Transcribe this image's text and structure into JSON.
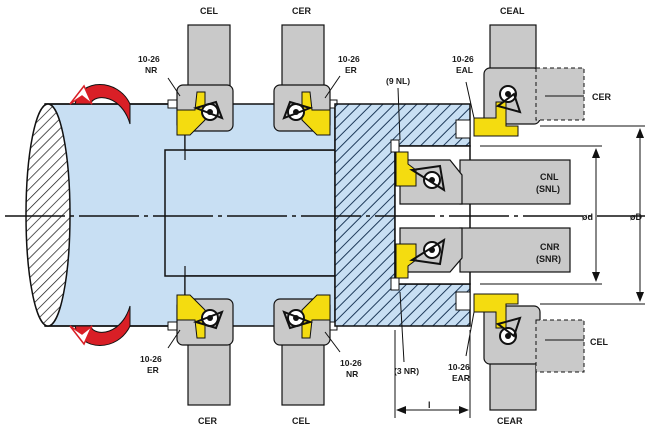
{
  "colors": {
    "shaft": "#c8dff3",
    "shaft_dark": "#9cc4e6",
    "holder": "#c9c9c9",
    "holder_dark": "#8f8f8f",
    "insert": "#f4dc10",
    "arrow": "#d91f26",
    "line": "#111111"
  },
  "labels": {
    "top_cel": "CEL",
    "top_cer": "CER",
    "top_ceal": "CEAL",
    "nr_top": [
      "10-26",
      "NR"
    ],
    "er_top": [
      "10-26",
      "ER"
    ],
    "nl_top": "(9 NL)",
    "eal_top": [
      "10-26",
      "EAL"
    ],
    "cer_right": "CER",
    "cnl": [
      "CNL",
      "(SNL)"
    ],
    "cnr": [
      "CNR",
      "(SNR)"
    ],
    "od": "ød",
    "oD": "øD",
    "er_bottom": [
      "10-26",
      "ER"
    ],
    "nr_bottom": [
      "10-26",
      "NR"
    ],
    "nr_bore": "(3 NR)",
    "ear_bottom": [
      "10-26",
      "EAR"
    ],
    "cel_right": "CEL",
    "bottom_cer": "CER",
    "bottom_cel": "CEL",
    "bottom_cear": "CEAR",
    "dim_l": "l"
  }
}
